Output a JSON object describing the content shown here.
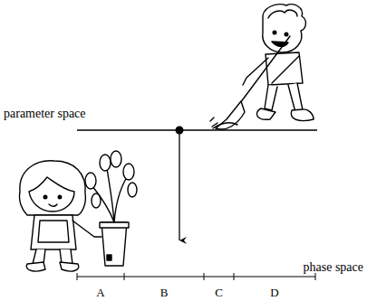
{
  "diagram": {
    "labels": [
      "parameter space",
      "phase space",
      "A",
      "B",
      "C",
      "D"
    ]
  }
}
